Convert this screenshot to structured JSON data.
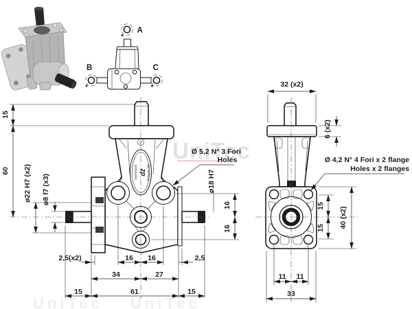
{
  "drawing": {
    "watermark": "UniTec",
    "orientation": {
      "top": "A",
      "left": "B",
      "right": "C"
    },
    "logo": {
      "brand": "dz",
      "line1": "trasmissioni",
      "line2": "Bologna Italy"
    },
    "front_view": {
      "dim_shaft_protrusion": "15",
      "dim_body_height": "60",
      "label_side_bore": "ø22 H7 (x2)",
      "label_shaft_dia": "ø8 f7 (x3)",
      "note_holes_it": "Ø 5,2 N° 3 Fori",
      "note_holes_en": "Holes",
      "label_center_bore": "ø18 H7",
      "dim_right_upper": "16",
      "dim_right_lower": "16",
      "dim_lip_left": "2,5(x2)",
      "dim_hole_left": "16",
      "dim_hole_right": "16",
      "dim_lip_right": "2,5",
      "dim_left_to_center": "34",
      "dim_center_to_right": "27",
      "dim_shaft_left": "15",
      "dim_body_width": "61",
      "dim_shaft_right": "15"
    },
    "side_view": {
      "dim_cap_width": "32 (x2)",
      "dim_cap_thickness": "6 (x2)",
      "note_holes_it": "Ø 4,2 N° 4 Fori x 2 flange",
      "note_holes_en": "Holes x 2 flanges",
      "dim_hole_upper": "15",
      "dim_hole_lower": "15",
      "dim_flange_height": "40 (x2)",
      "dim_hole_col_left": "11",
      "dim_hole_col_right": "11",
      "dim_flange_width": "33"
    }
  }
}
